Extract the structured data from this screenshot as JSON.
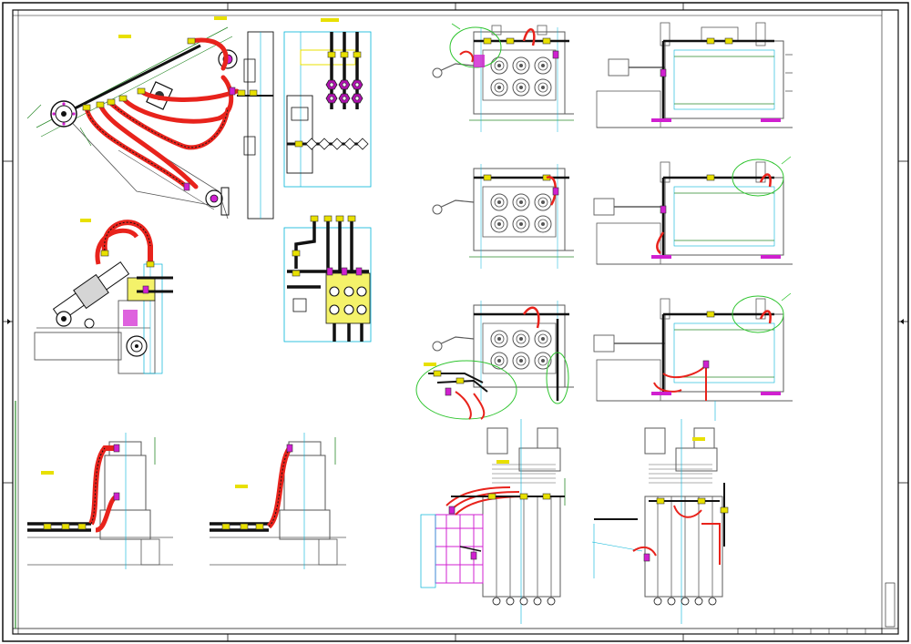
{
  "colors": {
    "hose": "#e8231c",
    "pipe": "#111111",
    "fitting_yellow": "#e8e000",
    "fitting_magenta": "#d020d0",
    "centerline": "#00b4d8",
    "machine": "#5a5a5a",
    "callout": "#2ec42e",
    "dimension": "#2a8a2a"
  },
  "views": [
    {
      "id": "iso-pivot-arm",
      "label": ""
    },
    {
      "id": "side-section",
      "label": ""
    },
    {
      "id": "valve-block-top",
      "label": ""
    },
    {
      "id": "valve-block-bottom",
      "label": ""
    },
    {
      "id": "arm-detail",
      "label": ""
    },
    {
      "id": "gearbox-left",
      "label": ""
    },
    {
      "id": "gearbox-right",
      "label": ""
    },
    {
      "id": "stand-front-1",
      "label": ""
    },
    {
      "id": "stand-side-1",
      "label": ""
    },
    {
      "id": "stand-front-2",
      "label": ""
    },
    {
      "id": "stand-side-2",
      "label": ""
    },
    {
      "id": "stand-front-3",
      "label": ""
    },
    {
      "id": "stand-side-3",
      "label": ""
    },
    {
      "id": "plan-left",
      "label": ""
    },
    {
      "id": "plan-right",
      "label": ""
    }
  ],
  "title_block": {
    "text": ""
  }
}
